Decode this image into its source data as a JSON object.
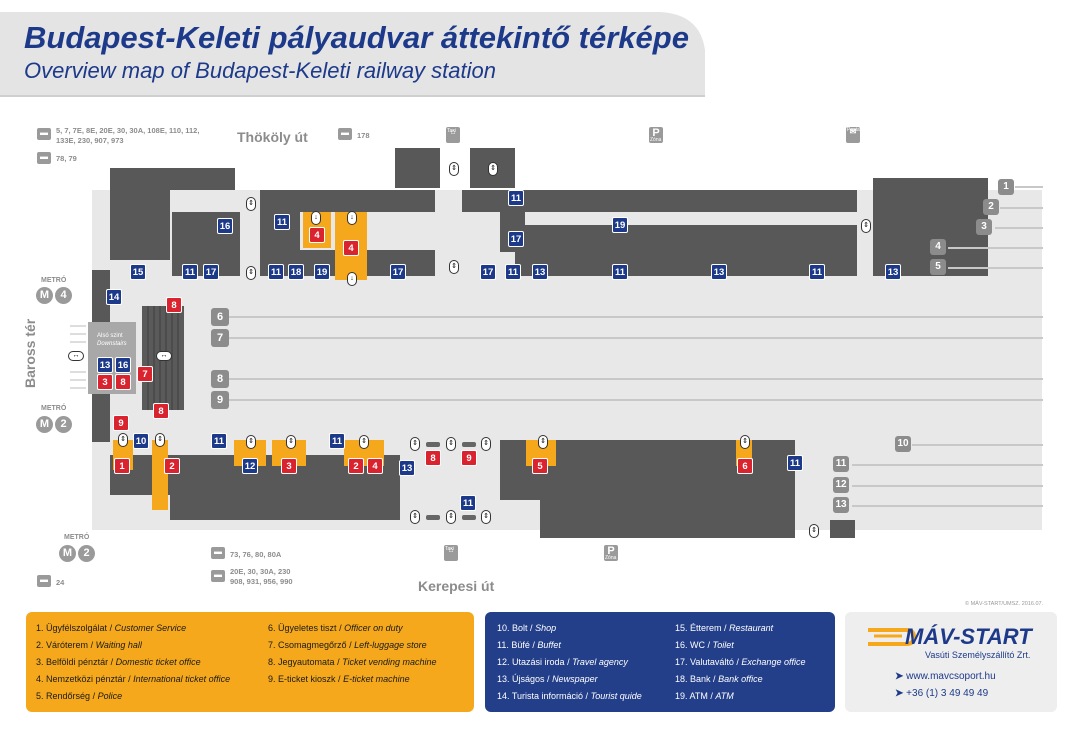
{
  "header": {
    "title": "Budapest-Keleti pályaudvar áttekintő térképe",
    "subtitle": "Overview map of Budapest-Keleti railway station"
  },
  "streets": {
    "thokoly": "Thököly út",
    "kerepesi": "Kerepesi út",
    "baross": "Baross tér"
  },
  "transport": {
    "bus_top_1": "5, 7, 7E, 8E, 20E, 30, 30A, 108E, 110, 112,",
    "bus_top_1b": "133E, 230, 907, 973",
    "trolley_top": "78, 79",
    "bus_top_2": "178",
    "bus_bottom_1": "73, 76, 80, 80A",
    "bus_bottom_2a": "20E, 30, 30A, 230",
    "bus_bottom_2b": "908, 931, 956, 990",
    "tram_bottom": "24",
    "metro_label": "METRÓ",
    "metro_lines": [
      "4",
      "2",
      "2"
    ],
    "taxi": "Taxi",
    "parking": "Zóna",
    "posta": "Posta"
  },
  "downstairs": {
    "hu": "Alsó szint",
    "en": "Downstairs"
  },
  "tracks": [
    "1",
    "2",
    "3",
    "4",
    "5",
    "6",
    "7",
    "8",
    "9",
    "10",
    "11",
    "12",
    "13"
  ],
  "copyright": "© MÁV-START/UMSZ. 2016.07.",
  "legend_yellow_left": [
    {
      "n": "1.",
      "hu": "Ügyfélszolgálat",
      "en": "Customer Service"
    },
    {
      "n": "2.",
      "hu": "Váróterem",
      "en": "Waiting hall"
    },
    {
      "n": "3.",
      "hu": "Belföldi pénztár",
      "en": "Domestic ticket office"
    },
    {
      "n": "4.",
      "hu": "Nemzetközi pénztár",
      "en": "International ticket office"
    },
    {
      "n": "5.",
      "hu": "Rendőrség",
      "en": "Police"
    }
  ],
  "legend_yellow_right": [
    {
      "n": "6.",
      "hu": "Ügyeletes tiszt",
      "en": "Officer on duty"
    },
    {
      "n": "7.",
      "hu": "Csomagmegőrző",
      "en": "Left-luggage store"
    },
    {
      "n": "8.",
      "hu": "Jegyautomata",
      "en": "Ticket vending machine"
    },
    {
      "n": "9.",
      "hu": "E-ticket kioszk",
      "en": "E-ticket machine"
    }
  ],
  "legend_blue_left": [
    {
      "n": "10.",
      "hu": "Bolt",
      "en": "Shop"
    },
    {
      "n": "11.",
      "hu": "Büfé",
      "en": "Buffet"
    },
    {
      "n": "12.",
      "hu": "Utazási iroda",
      "en": "Travel agency"
    },
    {
      "n": "13.",
      "hu": "Újságos",
      "en": "Newspaper"
    },
    {
      "n": "14.",
      "hu": "Turista információ",
      "en": "Tourist quide"
    }
  ],
  "legend_blue_right": [
    {
      "n": "15.",
      "hu": "Étterem",
      "en": "Restaurant"
    },
    {
      "n": "16.",
      "hu": "WC",
      "en": "Toilet"
    },
    {
      "n": "17.",
      "hu": "Valutaváltó",
      "en": "Exchange office"
    },
    {
      "n": "18.",
      "hu": "Bank",
      "en": "Bank office"
    },
    {
      "n": "19.",
      "hu": "ATM",
      "en": "ATM"
    }
  ],
  "brand": {
    "name": "MÁV-START",
    "sub": "Vasúti Személyszállító Zrt.",
    "web": "www.mavcsoport.hu",
    "phone": "+36 (1) 3 49 49 49"
  },
  "colors": {
    "navy": "#1d3a8a",
    "red": "#d9232e",
    "orange": "#f5a81c",
    "building": "#555555",
    "platform": "#e6e6e6"
  }
}
